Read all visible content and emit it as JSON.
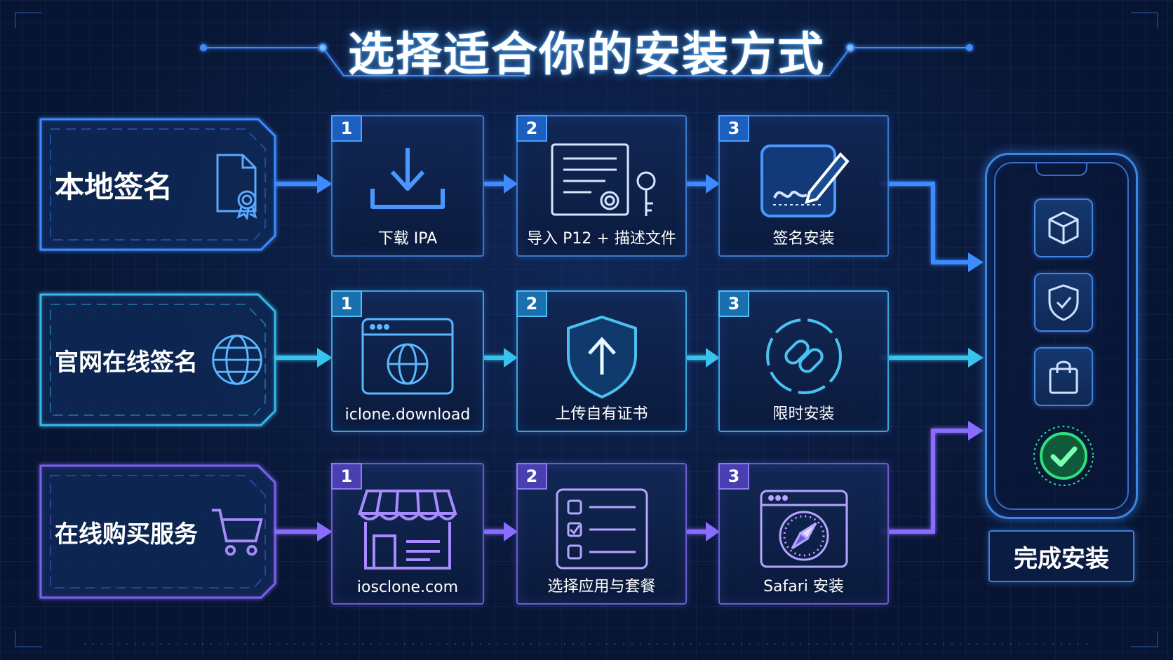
{
  "title": "选择适合你的安装方式",
  "methods": [
    {
      "label": "本地签名",
      "icon": "signed-document-icon",
      "steps": [
        {
          "number": "1",
          "caption": "下载 IPA",
          "icon": "download-icon"
        },
        {
          "number": "2",
          "caption": "导入 P12 + 描述文件",
          "icon": "certificate-key-icon"
        },
        {
          "number": "3",
          "caption": "签名安装",
          "icon": "signature-pen-icon"
        }
      ]
    },
    {
      "label": "官网在线签名",
      "icon": "globe-icon",
      "steps": [
        {
          "number": "1",
          "caption": "iclone.download",
          "icon": "browser-globe-icon"
        },
        {
          "number": "2",
          "caption": "上传自有证书",
          "icon": "shield-upload-icon"
        },
        {
          "number": "3",
          "caption": "限时安装",
          "icon": "link-timer-icon"
        }
      ]
    },
    {
      "label": "在线购买服务",
      "icon": "shopping-cart-icon",
      "steps": [
        {
          "number": "1",
          "caption": "iosclone.com",
          "icon": "storefront-icon"
        },
        {
          "number": "2",
          "caption": "选择应用与套餐",
          "icon": "checklist-icon"
        },
        {
          "number": "3",
          "caption": "Safari 安装",
          "icon": "safari-compass-icon"
        }
      ]
    }
  ],
  "phone_icons": [
    "cube-icon",
    "shield-check-icon",
    "shopping-bag-icon",
    "check-circle-icon"
  ],
  "done_label": "完成安装",
  "colors": {
    "background": "#07142e",
    "row1": "#3d8bff",
    "row2": "#38c4ec",
    "row3": "#8a6cff",
    "success": "#2ee07a"
  }
}
